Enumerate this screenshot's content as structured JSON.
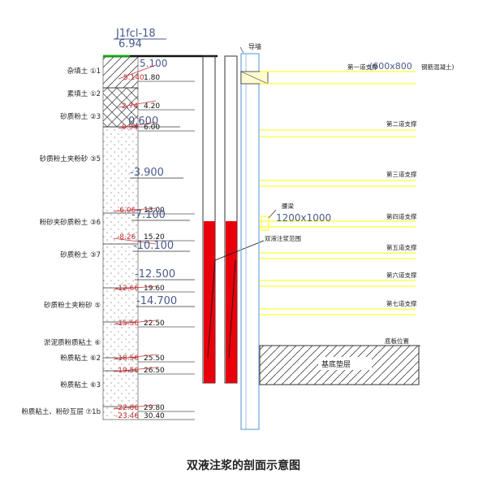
{
  "borehole": {
    "name": "J1fcl-18",
    "elevation": "6.94"
  },
  "guide_wall_label": "导墙",
  "layers": [
    {
      "name": "杂填土 ①1",
      "depth": "1.80",
      "elev": "5.140"
    },
    {
      "name": "素填土 ①2",
      "depth": "4.20",
      "elev": "2.74"
    },
    {
      "name": "砂质粉土 ②3",
      "depth": "6.00",
      "elev": "0.94"
    },
    {
      "name": "砂质粉土夹粉砂 ③5",
      "depth": "",
      "elev": ""
    },
    {
      "name": "粉砂夹砂质粉土 ③6",
      "depth": "13.00",
      "elev": "-6.06"
    },
    {
      "name": "砂质粉土 ③7",
      "depth": "15.20",
      "elev": "-8.26"
    },
    {
      "name": "砂质粉土夹粉砂 ⑤",
      "depth": "19.60",
      "elev": "-12.66"
    },
    {
      "name": "淤泥质粉质粘土 ⑥",
      "depth": "22.50",
      "elev": "-15.56"
    },
    {
      "name": "粉质粘土 ⑥2",
      "depth": "25.50",
      "elev": "-18.56"
    },
    {
      "name": "粉质粘土 ⑥3",
      "depth": "26.50",
      "elev": "-19.56"
    },
    {
      "name": "粉质粘土、粉砂互层 ⑦1b",
      "depth": "29.80",
      "elev": "-22.86"
    },
    {
      "name": "",
      "depth": "30.40",
      "elev": "-23.46"
    }
  ],
  "level_marks": [
    "0.600",
    "-3.900",
    "-7.100",
    "-10.100",
    "-12.500",
    "-14.700"
  ],
  "top_mark": "5.100",
  "struts": [
    {
      "label": "第一道支撑",
      "spec": "(600x800",
      "material": "钢筋混凝土)"
    },
    {
      "label": "第二道支撑"
    },
    {
      "label": "第三道支撑"
    },
    {
      "label": "第四道支撑"
    },
    {
      "label": "第五道支撑"
    },
    {
      "label": "第六道支撑"
    },
    {
      "label": "第七道支撑"
    }
  ],
  "waler": {
    "label": "腰梁",
    "spec": "1200x1000"
  },
  "grout_label": "双液注浆范围",
  "base_label": "底板位置",
  "slab_label": "基底垫层",
  "caption": "双液注浆的剖面示意图",
  "colors": {
    "grout": "#e8000b",
    "strut": "#ffff33",
    "green_line": "#00c000",
    "wall": "#7fb3e0"
  }
}
